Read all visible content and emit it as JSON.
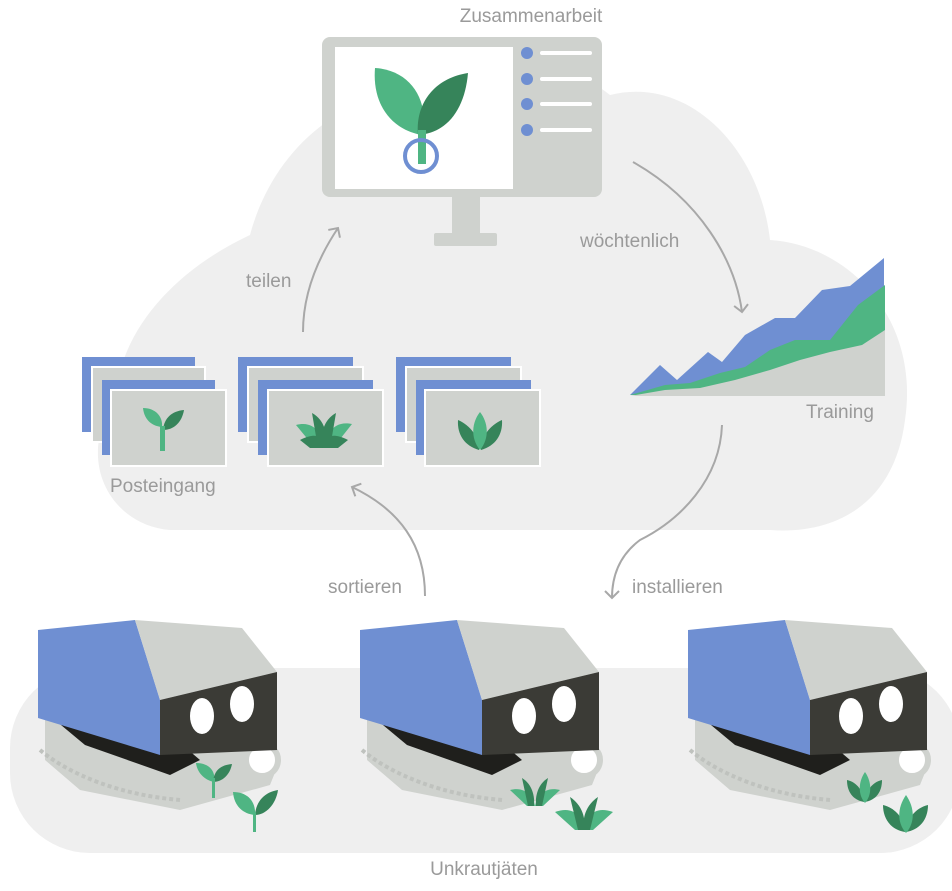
{
  "labels": {
    "top": "Zusammenarbeit",
    "weekly": "wöchtenlich",
    "share": "teilen",
    "training": "Training",
    "inbox": "Posteingang",
    "sort": "sortieren",
    "install": "installieren",
    "weeding": "Unkrautjäten"
  },
  "colors": {
    "blue": "#6f8fd2",
    "green": "#4fb583",
    "dark_green": "#36845a",
    "gray": "#cfd2ce",
    "cloud": "#efefef",
    "robot_face": "#3b3b36",
    "label": "#9a9a9a"
  },
  "icons": [
    "monitor-icon",
    "sprout-icon",
    "area-chart-icon",
    "image-stack-icon",
    "weeding-robot-icon",
    "weed-icon",
    "arrow-icon"
  ]
}
